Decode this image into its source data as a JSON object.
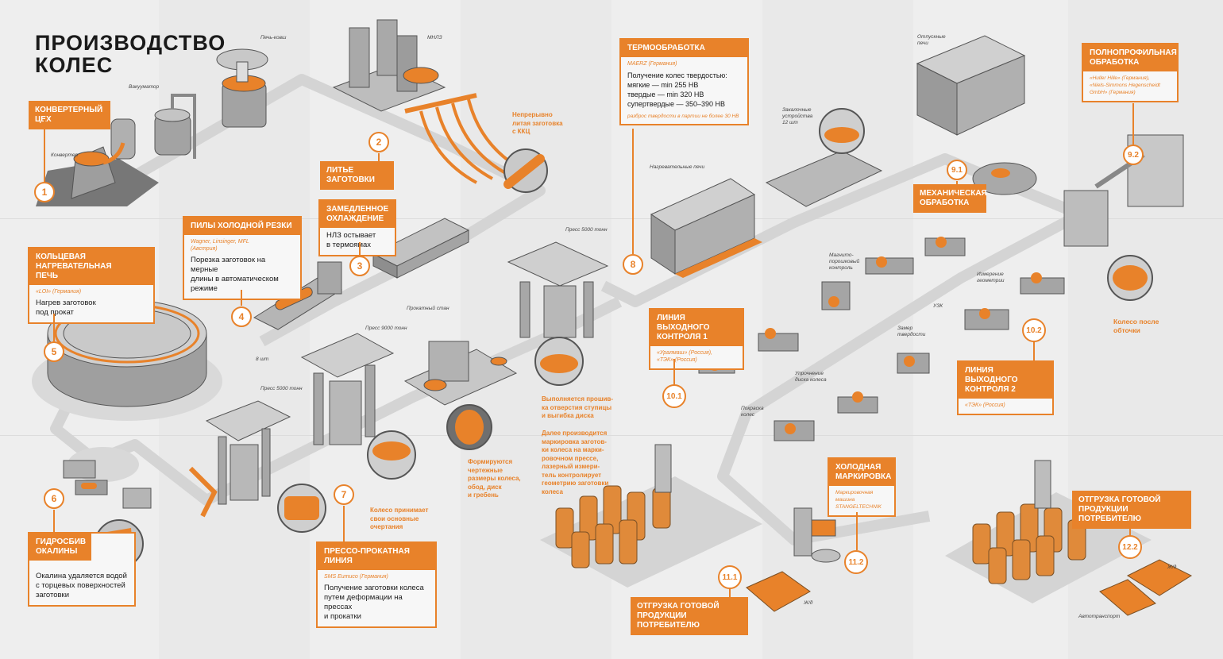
{
  "title": "ПРОИЗВОДСТВО\nКОЛЕС",
  "colors": {
    "accent": "#e8822a",
    "machine": "#a9a9a9",
    "background": "#ececec",
    "text": "#1a1a1a"
  },
  "steps": [
    {
      "id": "1",
      "badge": "1",
      "header": "КОНВЕРТЕРНЫЙ ЦЕХ"
    },
    {
      "id": "2",
      "badge": "2",
      "header": "ЛИТЬЕ ЗАГОТОВКИ"
    },
    {
      "id": "3",
      "badge": "3",
      "header": "ЗАМЕДЛЕННОЕ\nОХЛАЖДЕНИЕ",
      "desc": "НЛЗ остывает\nв термоямах"
    },
    {
      "id": "4",
      "badge": "4",
      "header": "ПИЛЫ ХОЛОДНОЙ РЕЗКИ",
      "sub": "Wagner, Linsinger, MFL\n(Австрия)",
      "desc": "Порезка заготовок на мерные\nдлины в автоматическом\nрежиме"
    },
    {
      "id": "5",
      "badge": "5",
      "header": "КОЛЬЦЕВАЯ НАГРЕВАТЕЛЬНАЯ\nПЕЧЬ",
      "sub": "«LOI» (Германия)",
      "desc": "Нагрев заготовок\nпод прокат"
    },
    {
      "id": "6",
      "badge": "6",
      "header": "ГИДРОСБИВ\nОКАЛИНЫ",
      "desc": "Окалина удаляется водой\nс торцевых поверхностей\nзаготовки"
    },
    {
      "id": "7",
      "badge": "7",
      "header": "ПРЕССО-ПРОКАТНАЯ ЛИНИЯ",
      "sub": "SMS Eumuco (Германия)",
      "desc": "Получение заготовки колеса\nпутем деформации на прессах\nи прокатки"
    },
    {
      "id": "8",
      "badge": "8",
      "header": "ТЕРМООБРАБОТКА",
      "sub": "MAERZ (Германия)",
      "desc": "Получение колес твердостью:\nмягкие — min 255 HB\nтвердые — min 320 HB\nсупертвердые — 350–390 HB",
      "note": "разброс твердости в партии не более 30 HB"
    },
    {
      "id": "9.1",
      "badge": "9.1",
      "header": "МЕХАНИЧЕСКАЯ\nОБРАБОТКА"
    },
    {
      "id": "9.2",
      "badge": "9.2",
      "header": "ПОЛНОПРОФИЛЬНАЯ\nОБРАБОТКА",
      "sub": "«Huller Hille» (Германия),\n«Niels-Simmons Hegenscheidt\nGmbH» (Германия)"
    },
    {
      "id": "10.1",
      "badge": "10.1",
      "header": "ЛИНИЯ ВЫХОДНОГО\nКОНТРОЛЯ 1",
      "sub": "«Уралмаш» (Россия),\n«ТЭК» (Россия)"
    },
    {
      "id": "10.2",
      "badge": "10.2",
      "header": "ЛИНИЯ ВЫХОДНОГО\nКОНТРОЛЯ 2",
      "sub": "«ТЭК» (Россия)"
    },
    {
      "id": "11.1",
      "badge": "11.1",
      "header": "ОТГРУЗКА ГОТОВОЙ\nПРОДУКЦИИ ПОТРЕБИТЕЛЮ"
    },
    {
      "id": "11.2",
      "badge": "11.2",
      "header": "ХОЛОДНАЯ\nМАРКИРОВКА",
      "sub": "Маркировочная\nмашина\nSTANGELTECHNIK"
    },
    {
      "id": "12.2",
      "badge": "12.2",
      "header": "ОТГРУЗКА ГОТОВОЙ\nПРОДУКЦИИ ПОТРЕБИТЕЛЮ"
    }
  ],
  "equipment_labels": {
    "ladle_furnace": "Печь-ковш",
    "vacuumator": "Вакууматор",
    "converter": "Конвертер",
    "ccm": "МНЛЗ",
    "saw_count": "8 шт",
    "press_5000_a": "Пресс 5000 тонн",
    "press_5000_b": "Пресс 5000 тонн",
    "press_9000": "Пресс 9000 тонн",
    "rolling_mill": "Прокатный стан",
    "heating_furnaces": "Нагревательные печи",
    "quench_devices": "Закалочные\nустройства\n12 шт",
    "tempering_furnaces": "Отпускные\nпечи",
    "magnetic_control": "Магнито-\nпорошковый\nконтроль",
    "ultrasonic": "УЗК",
    "geometry_measure": "Измерение\nгеометрии",
    "hardness": "Замер\nтвердости",
    "disc_hardening": "Упрочнение\nдиска колеса",
    "painting": "Покраска\nколес",
    "rail_1": "Ж/д",
    "rail_2": "Ж/д",
    "truck": "Автотранспорт"
  },
  "callouts": {
    "billet": "Непрерывно\nлитая заготовка\nс ККЦ",
    "piercing": "Выполняется прошив-\nка отверстия ступицы\nи выгибка диска",
    "marking": "Далее производится\nмаркировка заготов-\nки колеса на марки-\nровочном прессе,\nлазерный измери-\nтель контролирует\nгеометрию заготовки\nколеса",
    "dimensions": "Формируются\nчертежные\nразмеры колеса,\nобод, диск\nи гребень",
    "shape": "Колесо принимает\nсвои основные\nочертания",
    "after_turning": "Колесо после\nобточки"
  }
}
